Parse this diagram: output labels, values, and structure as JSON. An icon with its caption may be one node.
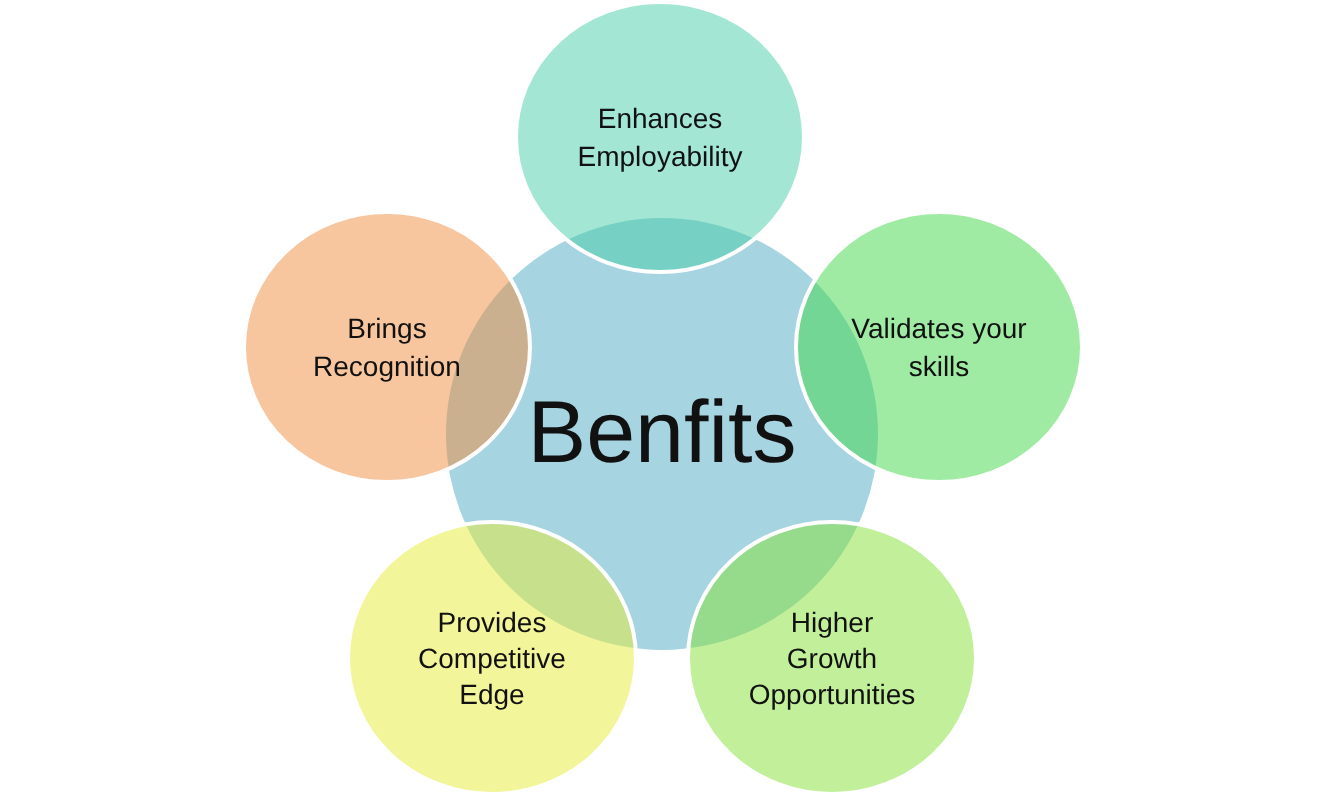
{
  "diagram": {
    "nodes": [
      {
        "text": [
          "Benfits"
        ]
      },
      {
        "text": [
          "Enhances Employability"
        ]
      },
      {
        "text": [
          "Validates your skills"
        ]
      },
      {
        "text": [
          "Higher Growth Opportunities"
        ]
      },
      {
        "text": [
          "Provides Competitive Edge"
        ]
      },
      {
        "text": [
          "Brings Recognition"
        ]
      }
    ]
  }
}
